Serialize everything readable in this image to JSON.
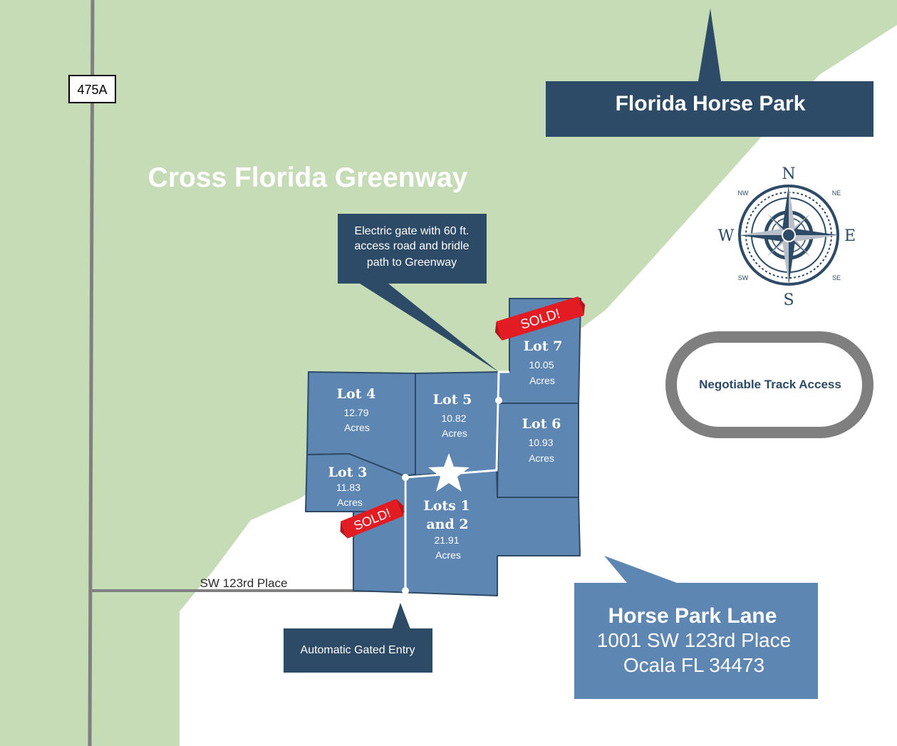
{
  "greenway": {
    "label": "Cross Florida Greenway",
    "color": "#c5dcb7"
  },
  "roads": {
    "highway_label": "475A",
    "street_label": "SW 123rd Place",
    "color": "#808080"
  },
  "callouts": {
    "horse_park": {
      "text": "Florida Horse Park",
      "color": "#2d4a66"
    },
    "gate": {
      "lines": [
        "Electric gate with 60 ft.",
        "access road and bridle",
        "path to Greenway"
      ],
      "color": "#2d4a66"
    },
    "entry": {
      "text": "Automatic Gated Entry",
      "color": "#2d4a66"
    },
    "address": {
      "title": "Horse Park Lane",
      "line1": "1001 SW 123rd Place",
      "line2": "Ocala FL 34473",
      "color": "#5e86b3"
    }
  },
  "track": {
    "label": "Negotiable Track Access",
    "color": "#7f7f7f"
  },
  "compass": {
    "n": "N",
    "s": "S",
    "e": "E",
    "w": "W",
    "ne": "NE",
    "nw": "NW",
    "se": "SE",
    "sw": "SW",
    "color": "#2d4a66"
  },
  "lots": {
    "fill": "#5e86b3",
    "stroke": "#2d4a66",
    "items": [
      {
        "name": "Lot 4",
        "acres": "12.79",
        "unit": "Acres",
        "sold": false
      },
      {
        "name": "Lot 5",
        "acres": "10.82",
        "unit": "Acres",
        "sold": false
      },
      {
        "name": "Lot 7",
        "acres": "10.05",
        "unit": "Acres",
        "sold": true
      },
      {
        "name": "Lot 6",
        "acres": "10.93",
        "unit": "Acres",
        "sold": false
      },
      {
        "name": "Lot 3",
        "acres": "11.83",
        "unit": "Acres",
        "sold": true
      },
      {
        "name_line1": "Lots 1",
        "name_line2": "and 2",
        "acres": "21.91",
        "unit": "Acres",
        "sold": false
      }
    ]
  },
  "sold_banner": {
    "text": "SOLD!",
    "color": "#e31b23"
  }
}
